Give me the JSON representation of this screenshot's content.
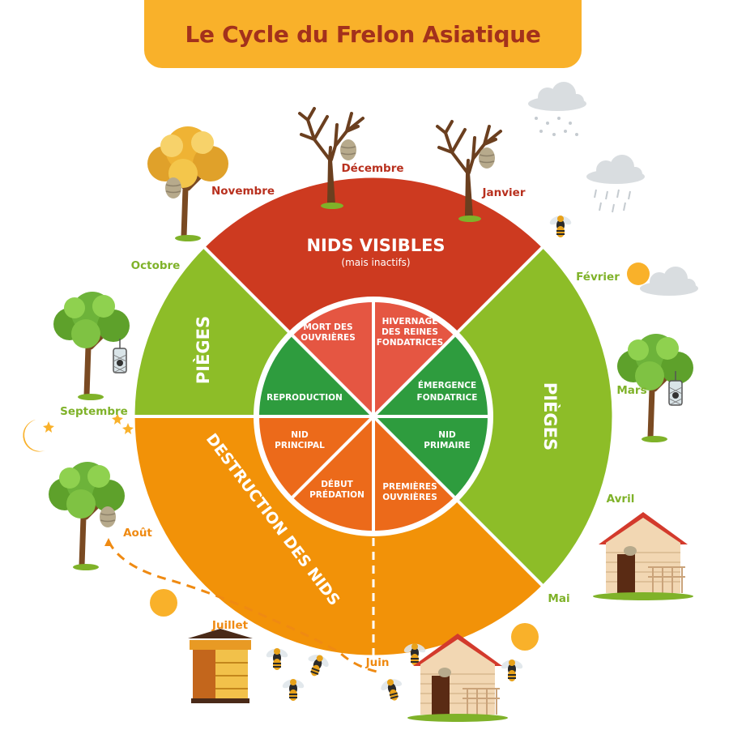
{
  "title": "Le Cycle du Frelon Asiatique",
  "colors": {
    "title_bg": "#f9b12a",
    "title_text": "#a3311c",
    "nids_visibles": "#cd3a20",
    "pieges": "#8dbd28",
    "destruction": "#f29208",
    "inner_red": "#e55642",
    "inner_green": "#2e9c3e",
    "inner_orange": "#ec6a1a",
    "month_red": "#b8301e",
    "month_green": "#7fb229",
    "month_orange": "#ef8a12"
  },
  "outer_ring": {
    "nids_visibles_title": "NIDS VISIBLES",
    "nids_visibles_sub": "(mais inactifs)",
    "pieges_left": "PIÈGES",
    "pieges_right": "PIÈGES",
    "destruction": "DESTRUCTION DES NIDS"
  },
  "inner_ring": {
    "mort_line1": "MORT DES",
    "mort_line2": "OUVRIÈRES",
    "hivernage_line1": "HIVERNAGE",
    "hivernage_line2": "DES REINES",
    "hivernage_line3": "FONDATRICES",
    "emergence_line1": "ÉMERGENCE",
    "emergence_line2": "FONDATRICE",
    "nid_primaire_line1": "NID",
    "nid_primaire_line2": "PRIMAIRE",
    "premieres_line1": "PREMIÈRES",
    "premieres_line2": "OUVRIÈRES",
    "debut_line1": "DÉBUT",
    "debut_line2": "PRÉDATION",
    "nid_principal_line1": "NID",
    "nid_principal_line2": "PRINCIPAL",
    "reproduction": "REPRODUCTION"
  },
  "months": {
    "janvier": "Janvier",
    "fevrier": "Février",
    "mars": "Mars",
    "avril": "Avril",
    "mai": "Mai",
    "juin": "Juin",
    "juillet": "Juillet",
    "aout": "Août",
    "septembre": "Septembre",
    "octobre": "Octobre",
    "novembre": "Novembre",
    "decembre": "Décembre"
  },
  "icons": [
    "bare-tree-icon",
    "autumn-tree-icon",
    "green-tree-icon",
    "hornet-nest-icon",
    "hornet-trap-icon",
    "hornet-icon",
    "beehive-icon",
    "bee-house-icon",
    "sun-icon",
    "moon-icon",
    "star-icon",
    "cloud-icon",
    "rain-icon",
    "snow-icon"
  ]
}
